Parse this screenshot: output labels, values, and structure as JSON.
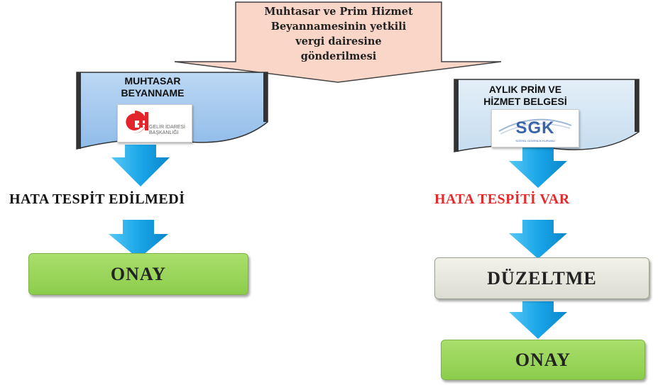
{
  "top_arrow": {
    "lines": [
      "Muhtasar ve Prim Hizmet",
      "Beyannamesinin yetkili",
      "vergi dairesine",
      "gönderilmesi"
    ]
  },
  "left_branch": {
    "doc_title_line1": "MUHTASAR",
    "doc_title_line2": "BEYANNAME",
    "logo_text_line1": "GELİR İDARESİ",
    "logo_text_line2": "BAŞKANLIĞI",
    "status": "HATA TESPİT EDİLMEDİ",
    "status_color": "#111111",
    "result": "ONAY"
  },
  "right_branch": {
    "doc_title_line1": "AYLIK PRİM VE",
    "doc_title_line2": "HİZMET BELGESİ",
    "logo_text": "SGK",
    "logo_subtext": "SOSYAL GÜVENLİK KURUMU",
    "status": "HATA TESPİTİ VAR",
    "status_color": "#e8292b",
    "correction": "DÜZELTME",
    "result": "ONAY"
  },
  "colors": {
    "top_arrow_fill": "#f9d6c8",
    "left_doc_fill": "#a8ccf0",
    "right_doc_fill": "#d3e6f4",
    "down_arrow": "#19a3e6",
    "onay_green": "#92d050",
    "duzeltme_gray": "#e6e6dc"
  }
}
